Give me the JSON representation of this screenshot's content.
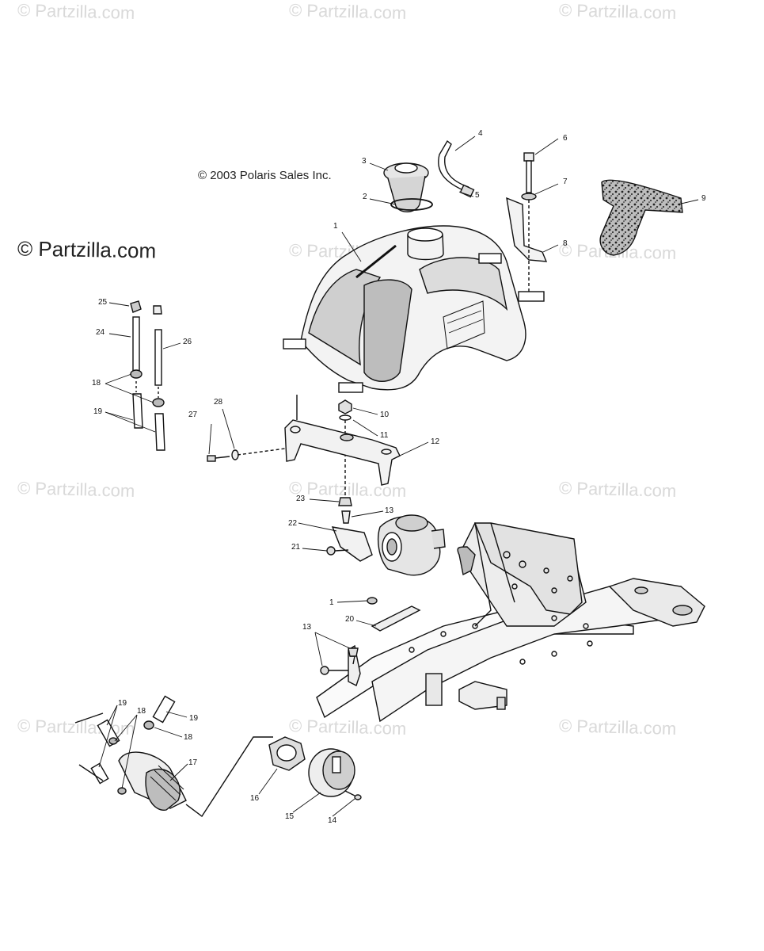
{
  "watermark_text": "© Partzilla.com",
  "brand_text": "© Partzilla.com",
  "copyright": "© 2003 Polaris Sales Inc.",
  "callouts": [
    "1",
    "2",
    "3",
    "4",
    "5",
    "6",
    "7",
    "8",
    "9",
    "10",
    "11",
    "12",
    "13",
    "23",
    "22",
    "21",
    "1",
    "20",
    "13",
    "25",
    "24",
    "26",
    "18",
    "19",
    "27",
    "28",
    "19",
    "18",
    "19",
    "18",
    "17",
    "16",
    "15",
    "14"
  ]
}
